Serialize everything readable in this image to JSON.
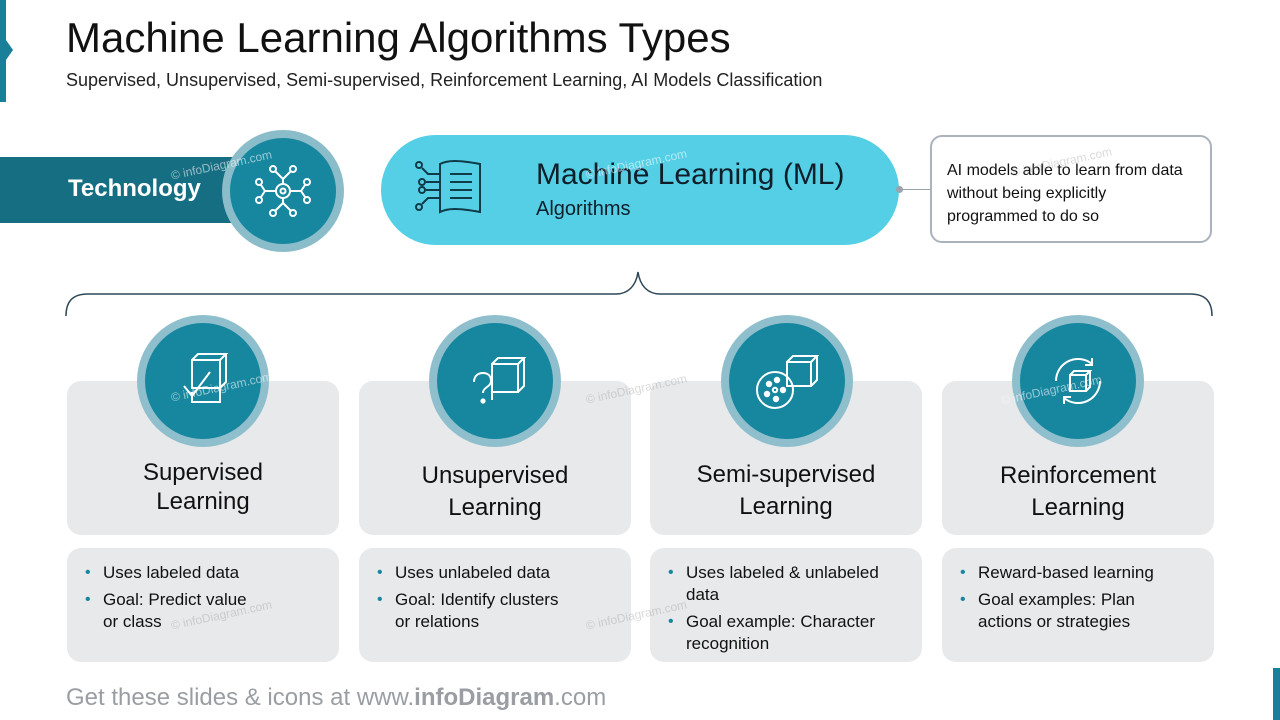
{
  "header": {
    "title": "Machine Learning Algorithms Types",
    "subtitle": "Supervised, Unsupervised, Semi-supervised, Reinforcement Learning, AI Models Classification"
  },
  "technology": {
    "label": "Technology",
    "icon": "circuit-chip-icon"
  },
  "ml": {
    "title": "Machine Learning (ML)",
    "subtitle": "Algorithms",
    "icon": "data-document-icon",
    "definition": "AI models able to learn from data without being explicitly programmed to do so"
  },
  "types": [
    {
      "title_line1": "Supervised",
      "title_line2": "Learning",
      "icon": "cube-check-icon",
      "bullets": [
        "Uses labeled data",
        "Goal: Predict value or class"
      ]
    },
    {
      "title_line1": "Unsupervised",
      "title_line2": "Learning",
      "icon": "cube-question-icon",
      "bullets": [
        "Uses unlabeled data",
        "Goal: Identify clusters or relations"
      ]
    },
    {
      "title_line1": "Semi-supervised",
      "title_line2": "Learning",
      "icon": "cube-cluster-icon",
      "bullets": [
        "Uses labeled & unlabeled data",
        "Goal example: Character recognition"
      ]
    },
    {
      "title_line1": "Reinforcement",
      "title_line2": "Learning",
      "icon": "cube-cycle-icon",
      "bullets": [
        "Reward-based learning",
        "Goal examples: Plan actions or strategies"
      ]
    }
  ],
  "watermark": "© infoDiagram.com",
  "footer": {
    "prefix": "Get these slides & icons at www.",
    "brand": "infoDiagram",
    "suffix": ".com"
  },
  "colors": {
    "accent": "#17879f",
    "pill": "#55cfe6",
    "band": "#166e82",
    "card": "#e8e9eb"
  }
}
